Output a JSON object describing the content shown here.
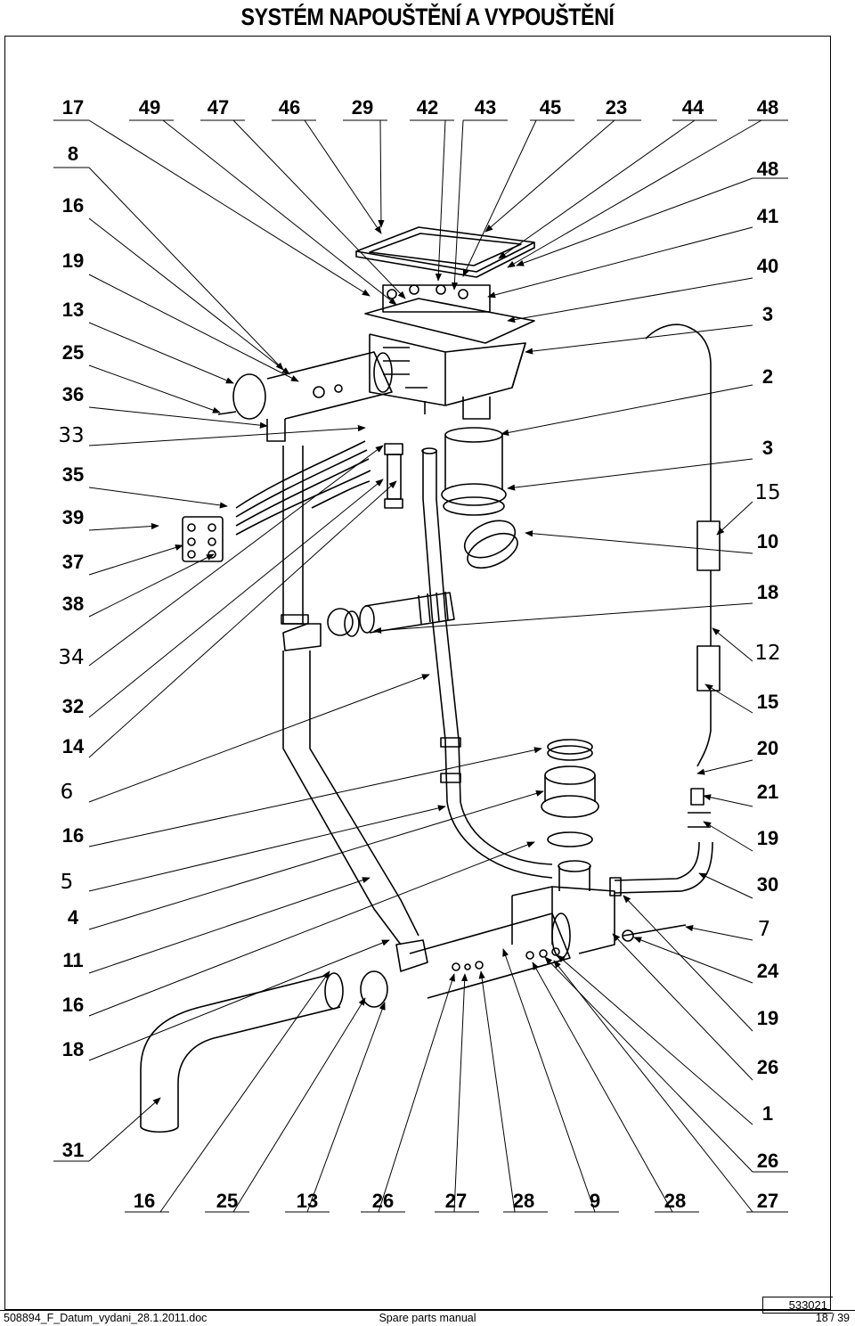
{
  "title": "SYSTÉM NAPOUŠTĚNÍ A VYPOUŠTĚNÍ",
  "callouts": {
    "top": [
      "17",
      "49",
      "47",
      "46",
      "29",
      "42",
      "43",
      "45",
      "23",
      "44",
      "48"
    ],
    "left": [
      "8",
      "16",
      "19",
      "13",
      "25",
      "36",
      "33",
      "35",
      "39",
      "37",
      "38",
      "34",
      "32",
      "14",
      "6",
      "16",
      "5",
      "4",
      "11",
      "16",
      "18",
      "31"
    ],
    "right": [
      "48",
      "41",
      "40",
      "3",
      "2",
      "3",
      "15",
      "10",
      "18",
      "12",
      "15",
      "20",
      "21",
      "19",
      "30",
      "7",
      "24",
      "19",
      "26",
      "1",
      "26"
    ],
    "bottom": [
      "16",
      "25",
      "13",
      "26",
      "27",
      "28",
      "9",
      "28",
      "27"
    ]
  },
  "drawing_number": "533021",
  "footer": {
    "file": "508894_F_Datum_vydani_28.1.2011.doc",
    "center": "Spare parts manual",
    "page": "18 / 39"
  }
}
